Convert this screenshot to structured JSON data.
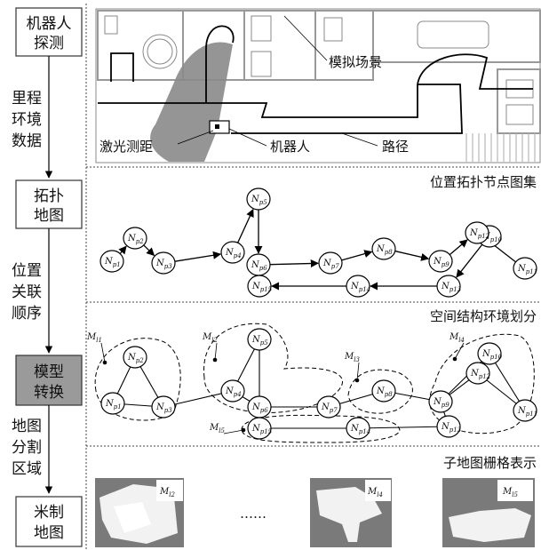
{
  "left_flow": {
    "boxes": [
      {
        "id": "robot-detect",
        "lines": [
          "机器人",
          "探测"
        ],
        "shaded": false
      },
      {
        "id": "topo-map",
        "lines": [
          "拓扑",
          "地图"
        ],
        "shaded": false
      },
      {
        "id": "model-convert",
        "lines": [
          "模型",
          "转换"
        ],
        "shaded": true
      },
      {
        "id": "metric-map",
        "lines": [
          "米制",
          "地图"
        ],
        "shaded": false
      }
    ],
    "edges": [
      {
        "id": "odometry-env",
        "lines": [
          "里程",
          "环境",
          "数据"
        ]
      },
      {
        "id": "position-order",
        "lines": [
          "位置",
          "关联",
          "顺序"
        ]
      },
      {
        "id": "map-split",
        "lines": [
          "地图",
          "分割",
          "区域"
        ]
      }
    ]
  },
  "scene": {
    "labels": {
      "sim_scene": "模拟场景",
      "laser": "激光测距",
      "robot": "机器人",
      "path": "路径"
    }
  },
  "topology": {
    "title": "位置拓扑节点图集",
    "nodes": [
      {
        "id": "p1",
        "label": "N",
        "sub": "p1"
      },
      {
        "id": "p2",
        "label": "N",
        "sub": "p2"
      },
      {
        "id": "p3",
        "label": "N",
        "sub": "p3"
      },
      {
        "id": "p4",
        "label": "N",
        "sub": "p4"
      },
      {
        "id": "p5",
        "label": "N",
        "sub": "p5"
      },
      {
        "id": "p6",
        "label": "N",
        "sub": "p6"
      },
      {
        "id": "p7",
        "label": "N",
        "sub": "p7"
      },
      {
        "id": "p8",
        "label": "N",
        "sub": "p8"
      },
      {
        "id": "p9",
        "label": "N",
        "sub": "p9"
      },
      {
        "id": "p10",
        "label": "N",
        "sub": "p10"
      },
      {
        "id": "p11",
        "label": "N",
        "sub": "p11"
      },
      {
        "id": "p12",
        "label": "N",
        "sub": "p12"
      },
      {
        "id": "p13",
        "label": "N",
        "sub": "p13"
      },
      {
        "id": "p14",
        "label": "N",
        "sub": "p14"
      },
      {
        "id": "p15",
        "label": "N",
        "sub": "p15"
      }
    ]
  },
  "segmentation": {
    "title": "空间结构环境划分",
    "regions": [
      {
        "id": "l1",
        "label": "M",
        "sub": "l1"
      },
      {
        "id": "l2",
        "label": "M",
        "sub": "l2"
      },
      {
        "id": "l3",
        "label": "M",
        "sub": "l3"
      },
      {
        "id": "l4",
        "label": "M",
        "sub": "l4"
      },
      {
        "id": "l5",
        "label": "M",
        "sub": "l5"
      }
    ]
  },
  "submaps": {
    "title": "子地图栅格表示",
    "ellipsis": "……",
    "items": [
      {
        "label": "M",
        "sub": "l2"
      },
      {
        "label": "M",
        "sub": "l4"
      },
      {
        "label": "M",
        "sub": "l5"
      }
    ]
  }
}
